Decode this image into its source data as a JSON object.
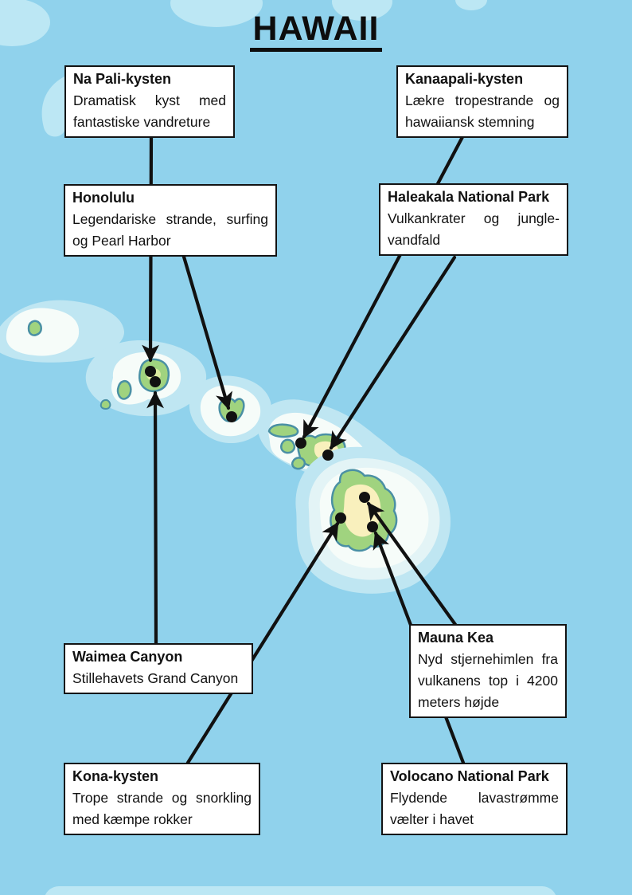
{
  "title": "HAWAII",
  "callouts": [
    {
      "id": "na-pali",
      "title": "Na Pali-kysten",
      "description": "Dramatisk kyst med fantastiske vandreture"
    },
    {
      "id": "kanaapali",
      "title": "Kanaapali-kysten",
      "description": "Lækre tropestrande og hawaiiansk stemning"
    },
    {
      "id": "honolulu",
      "title": "Honolulu",
      "description": "Legendariske strande, surfing og Pearl Harbor"
    },
    {
      "id": "haleakala",
      "title": "Haleakala National Park",
      "description": "Vulkankrater og jungle-vandfald"
    },
    {
      "id": "waimea",
      "title": "Waimea Canyon",
      "description": "Stillehavets Grand Canyon"
    },
    {
      "id": "mauna-kea",
      "title": "Mauna Kea",
      "description": "Nyd stjernehimlen fra vulkanens top i 4200 meters højde"
    },
    {
      "id": "kona",
      "title": "Kona-kysten",
      "description": "Trope strande og snorkling med kæmpe rokker"
    },
    {
      "id": "volcano",
      "title": "Volocano National Park",
      "description": "Flydende lavastrømme vælter i havet"
    }
  ],
  "colors": {
    "ocean": "#90d2ec",
    "cloud": "#bce7f4",
    "halo_outer": "#bfe6f2",
    "halo_mid": "#e3f4f6",
    "halo_inner": "#f6fcf9",
    "island_green": "#a0d37f",
    "island_outline": "#4a90a4",
    "island_yellow": "#f9f0bd",
    "marker": "#111111",
    "box_background": "#ffffff",
    "box_border": "#141414",
    "title_color": "#0d0d0d"
  }
}
